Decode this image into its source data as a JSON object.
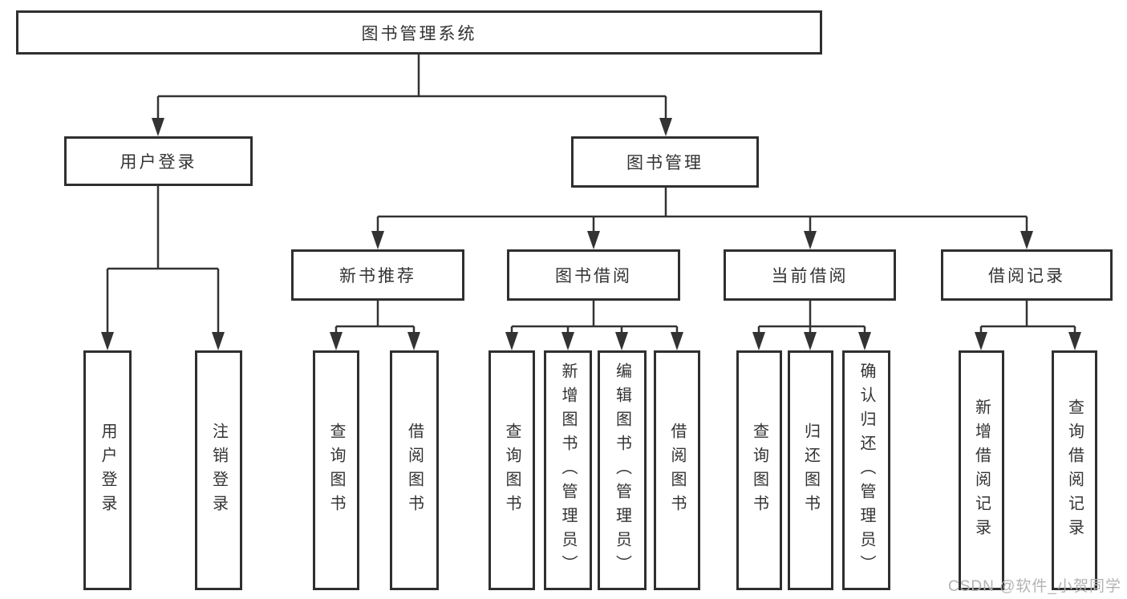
{
  "labels": {
    "root": "图书管理系统",
    "user_login": "用户登录",
    "book_mgmt": "图书管理",
    "new_book_rec": "新书推荐",
    "book_borrow": "图书借阅",
    "current_borrow": "当前借阅",
    "borrow_record": "借阅记录",
    "user_login_leaf": "用户登录",
    "logout_leaf": "注销登录",
    "nbr_query_books": "查询图书",
    "nbr_borrow_books": "借阅图书",
    "bb_query_books": "查询图书",
    "bb_add_books_admin": "新增图书（管理员）",
    "bb_edit_books_admin": "编辑图书（管理员）",
    "bb_borrow_books": "借阅图书",
    "cb_query_books": "查询图书",
    "cb_return_books": "归还图书",
    "cb_confirm_return_admin": "确认归还（管理员）",
    "br_add_record": "新增借阅记录",
    "br_query_record": "查询借阅记录"
  },
  "edges": [
    [
      "root",
      "user_login"
    ],
    [
      "root",
      "book_mgmt"
    ],
    [
      "user_login",
      "user_login_leaf"
    ],
    [
      "user_login",
      "logout_leaf"
    ],
    [
      "book_mgmt",
      "new_book_rec"
    ],
    [
      "book_mgmt",
      "book_borrow"
    ],
    [
      "book_mgmt",
      "current_borrow"
    ],
    [
      "book_mgmt",
      "borrow_record"
    ],
    [
      "new_book_rec",
      "nbr_query_books"
    ],
    [
      "new_book_rec",
      "nbr_borrow_books"
    ],
    [
      "book_borrow",
      "bb_query_books"
    ],
    [
      "book_borrow",
      "bb_add_books_admin"
    ],
    [
      "book_borrow",
      "bb_edit_books_admin"
    ],
    [
      "book_borrow",
      "bb_borrow_books"
    ],
    [
      "current_borrow",
      "cb_query_books"
    ],
    [
      "current_borrow",
      "cb_return_books"
    ],
    [
      "current_borrow",
      "cb_confirm_return_admin"
    ],
    [
      "borrow_record",
      "br_add_record"
    ],
    [
      "borrow_record",
      "br_query_record"
    ]
  ],
  "colors": {
    "line": "#333333",
    "box_border": "#2f2f2f",
    "text": "#333333",
    "watermark": "#b3b3b3",
    "background": "#ffffff"
  },
  "watermark": "CSDN @软件_小贺同学"
}
